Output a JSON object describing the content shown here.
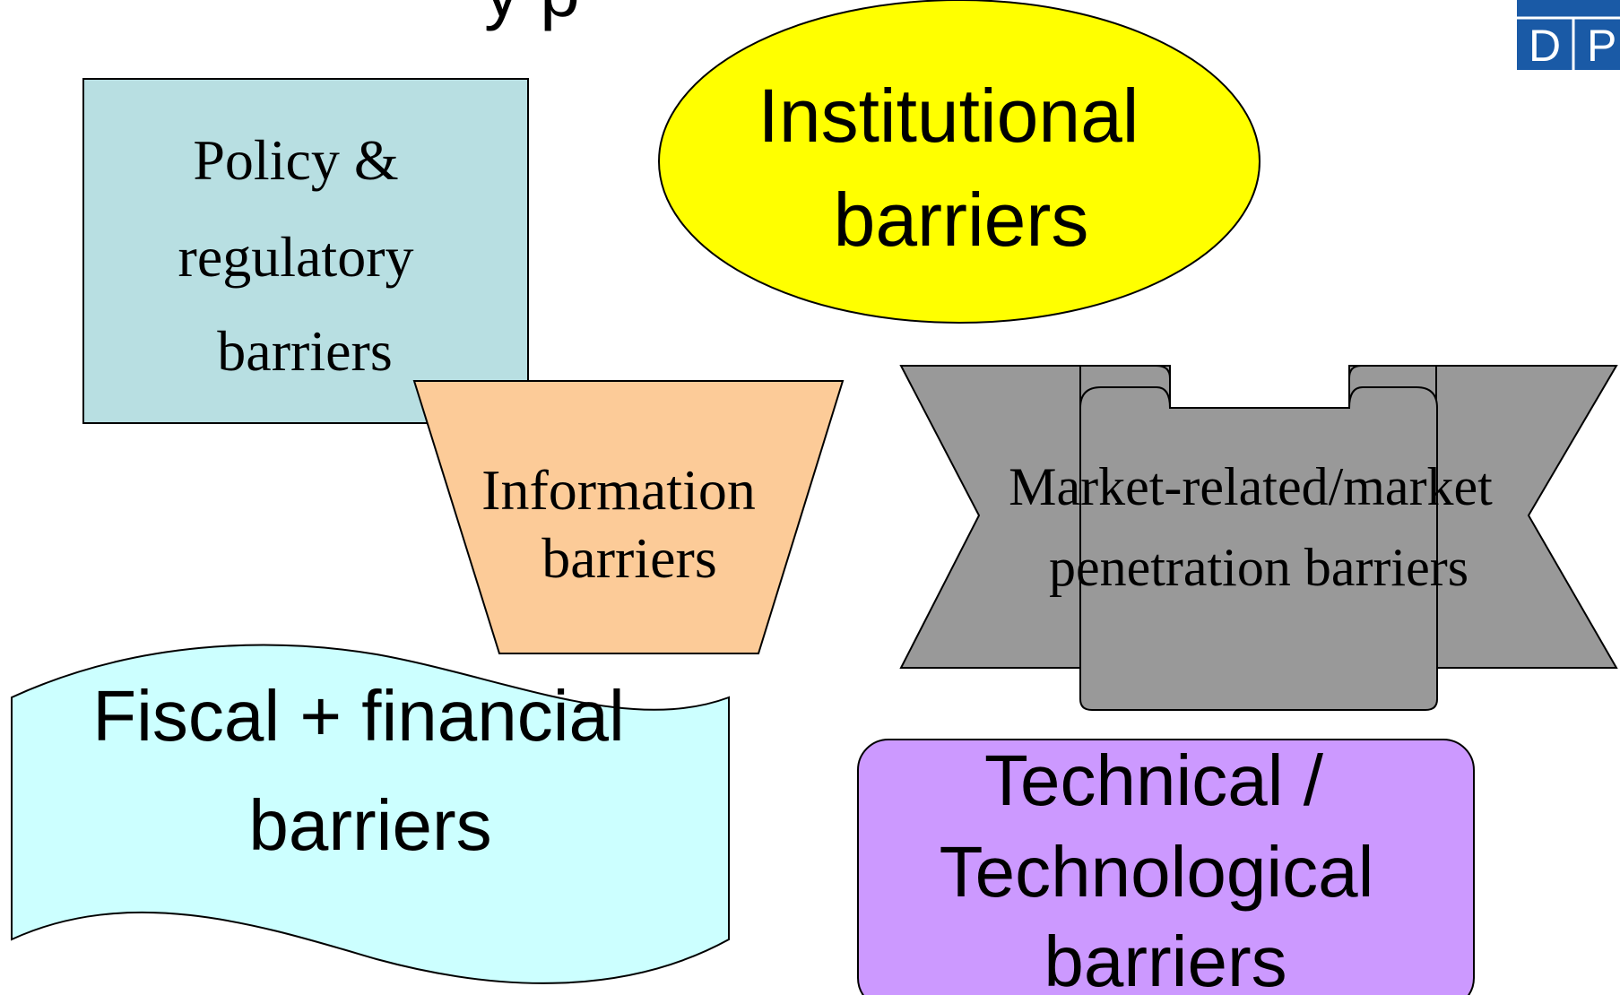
{
  "slide": {
    "title_fragment": "y p"
  },
  "logo": {
    "letter_left": "D",
    "letter_right": "P",
    "color": "#1a5aa6"
  },
  "shapes": {
    "policy": {
      "line1": "Policy &",
      "line2": "regulatory",
      "line3": "barriers",
      "fill": "#b8dfe2"
    },
    "institutional": {
      "line1": "Institutional",
      "line2": "barriers",
      "fill": "#ffff00"
    },
    "information": {
      "line1": "Information",
      "line2": "barriers",
      "fill": "#fccb98"
    },
    "market": {
      "line1": "Market-related/market",
      "line2": "penetration barriers",
      "fill": "#999999"
    },
    "fiscal": {
      "line1": "Fiscal + financial",
      "line2": "barriers",
      "fill": "#ccffff"
    },
    "technical": {
      "line1": "Technical /",
      "line2": "Technological",
      "line3": "barriers",
      "fill": "#cc99ff"
    }
  }
}
